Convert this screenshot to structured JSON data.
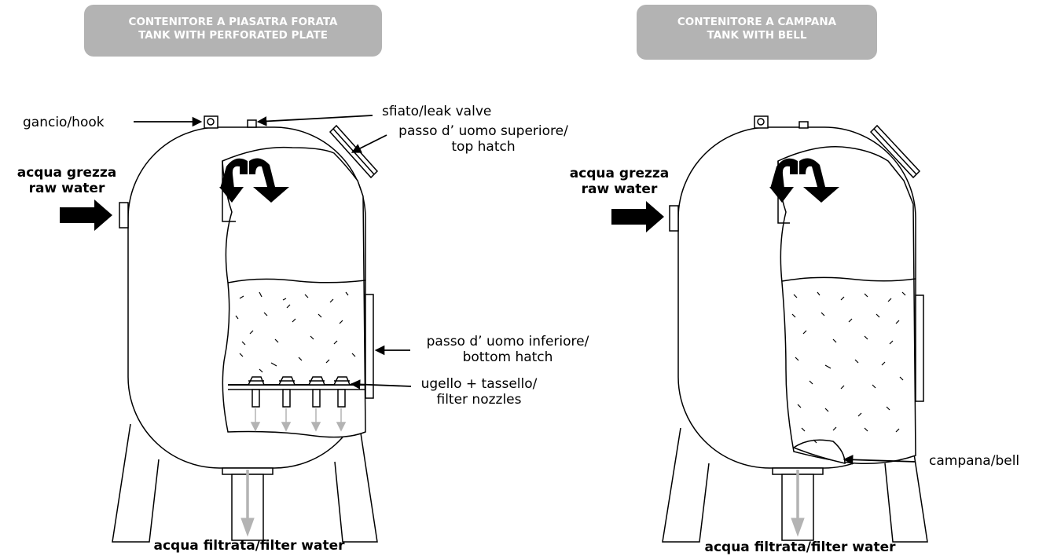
{
  "left_tank": {
    "title_it": "CONTENITORE  A PIASATRA FORATA",
    "title_en": "TANK WITH PERFORATED PLATE",
    "hook": "gancio/hook",
    "leak_valve": "sfiato/leak valve",
    "top_hatch_it": "passo d’ uomo superiore/",
    "top_hatch_en": "top hatch",
    "raw_water_it": "acqua grezza",
    "raw_water_en": "raw water",
    "bottom_hatch_it": "passo d’ uomo inferiore/",
    "bottom_hatch_en": "bottom hatch",
    "nozzles_it": "ugello + tassello/",
    "nozzles_en": "filter nozzles",
    "filter_water": "acqua filtrata/filter water"
  },
  "right_tank": {
    "title_it": "CONTENITORE  A CAMPANA",
    "title_en": "TANK WITH BELL",
    "raw_water_it": "acqua grezza",
    "raw_water_en": "raw water",
    "bell": "campana/bell",
    "filter_water": "acqua filtrata/filter water"
  },
  "colors": {
    "badge": "#b3b3b3",
    "outline": "#000000",
    "flow_arrow": "#b3b3b3"
  }
}
